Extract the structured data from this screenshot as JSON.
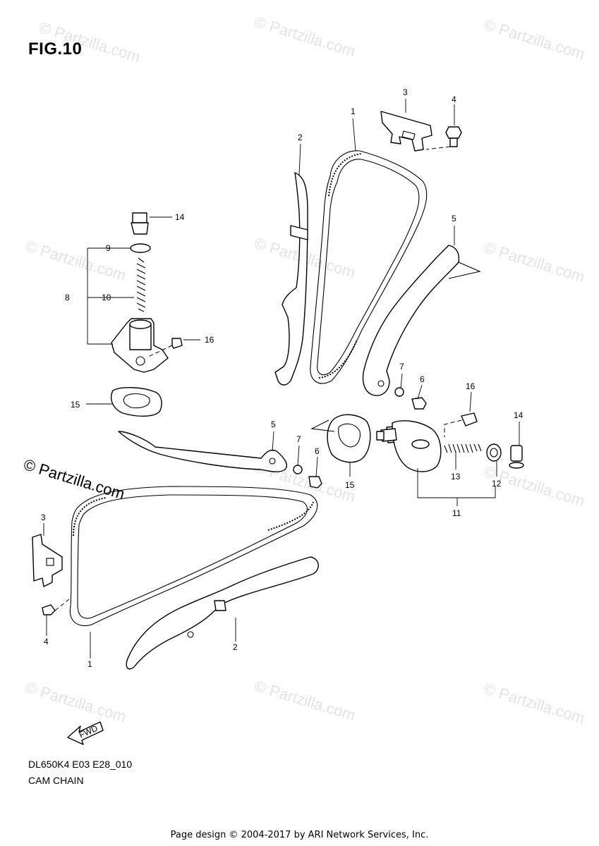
{
  "title": "FIG.10",
  "model_code": "DL650K4 E03 E28_010",
  "section_name": "CAM CHAIN",
  "footer": "Page design © 2004-2017 by ARI Network Services, Inc.",
  "brand_watermark": "© Partzilla.com",
  "fwd_label": "FWD",
  "callouts": {
    "c1_top": "1",
    "c2_top": "2",
    "c3_top": "3",
    "c4_top": "4",
    "c14_top": "14",
    "c9": "9",
    "c8": "8",
    "c10": "10",
    "c16_left": "16",
    "c5_right": "5",
    "c15_left": "15",
    "c7_right": "7",
    "c6_right": "6",
    "c16_right": "16",
    "c14_right": "14",
    "c5_mid": "5",
    "c7_mid": "7",
    "c6_mid": "6",
    "c15_mid": "15",
    "c13": "13",
    "c12": "12",
    "c11": "11",
    "c3_bottom": "3",
    "c4_bottom": "4",
    "c1_bottom": "1",
    "c2_bottom": "2"
  }
}
